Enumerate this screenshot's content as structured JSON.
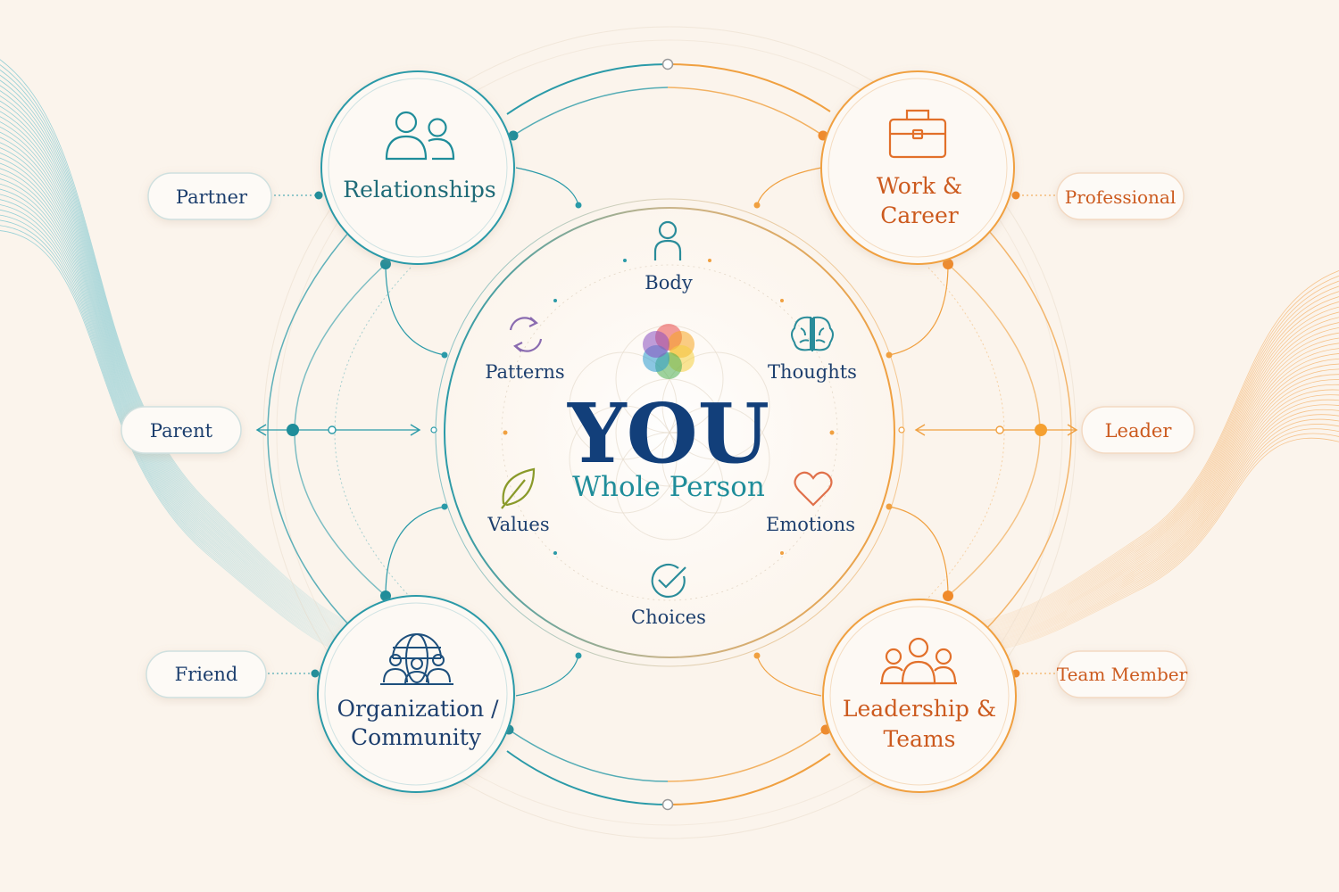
{
  "center": {
    "title": "YOU",
    "subtitle": "Whole Person",
    "logo_icon": "flower-of-life-icon"
  },
  "inner_aspects": [
    {
      "label": "Body",
      "icon": "person-icon",
      "color": "#2a8c9a"
    },
    {
      "label": "Thoughts",
      "icon": "brain-icon",
      "color": "#2a8c9a"
    },
    {
      "label": "Emotions",
      "icon": "heart-icon",
      "color": "#e0704a"
    },
    {
      "label": "Choices",
      "icon": "check-circle-icon",
      "color": "#2a8c9a"
    },
    {
      "label": "Values",
      "icon": "leaf-icon",
      "color": "#8a9a2a"
    },
    {
      "label": "Patterns",
      "icon": "cycle-arrows-icon",
      "color": "#8a6bb0"
    }
  ],
  "domains": {
    "relationships": {
      "line1": "Relationships",
      "icon": "people-icon",
      "color": "#1f7f8c"
    },
    "work": {
      "line1": "Work &",
      "line2": "Career",
      "icon": "briefcase-icon",
      "color": "#e2702a"
    },
    "organization": {
      "line1": "Organization /",
      "line2": "Community",
      "icon": "globe-people-icon",
      "color": "#1d4f7c"
    },
    "leadership": {
      "line1": "Leadership &",
      "line2": "Teams",
      "icon": "team-icon",
      "color": "#e2702a"
    }
  },
  "roles": {
    "partner": "Partner",
    "parent": "Parent",
    "friend": "Friend",
    "professional": "Professional",
    "leader": "Leader",
    "team_member": "Team Member"
  },
  "colors": {
    "teal": "#2a9aa8",
    "orange": "#f0a040",
    "navy": "#1d4f8c",
    "background": "#fbf4ec"
  }
}
